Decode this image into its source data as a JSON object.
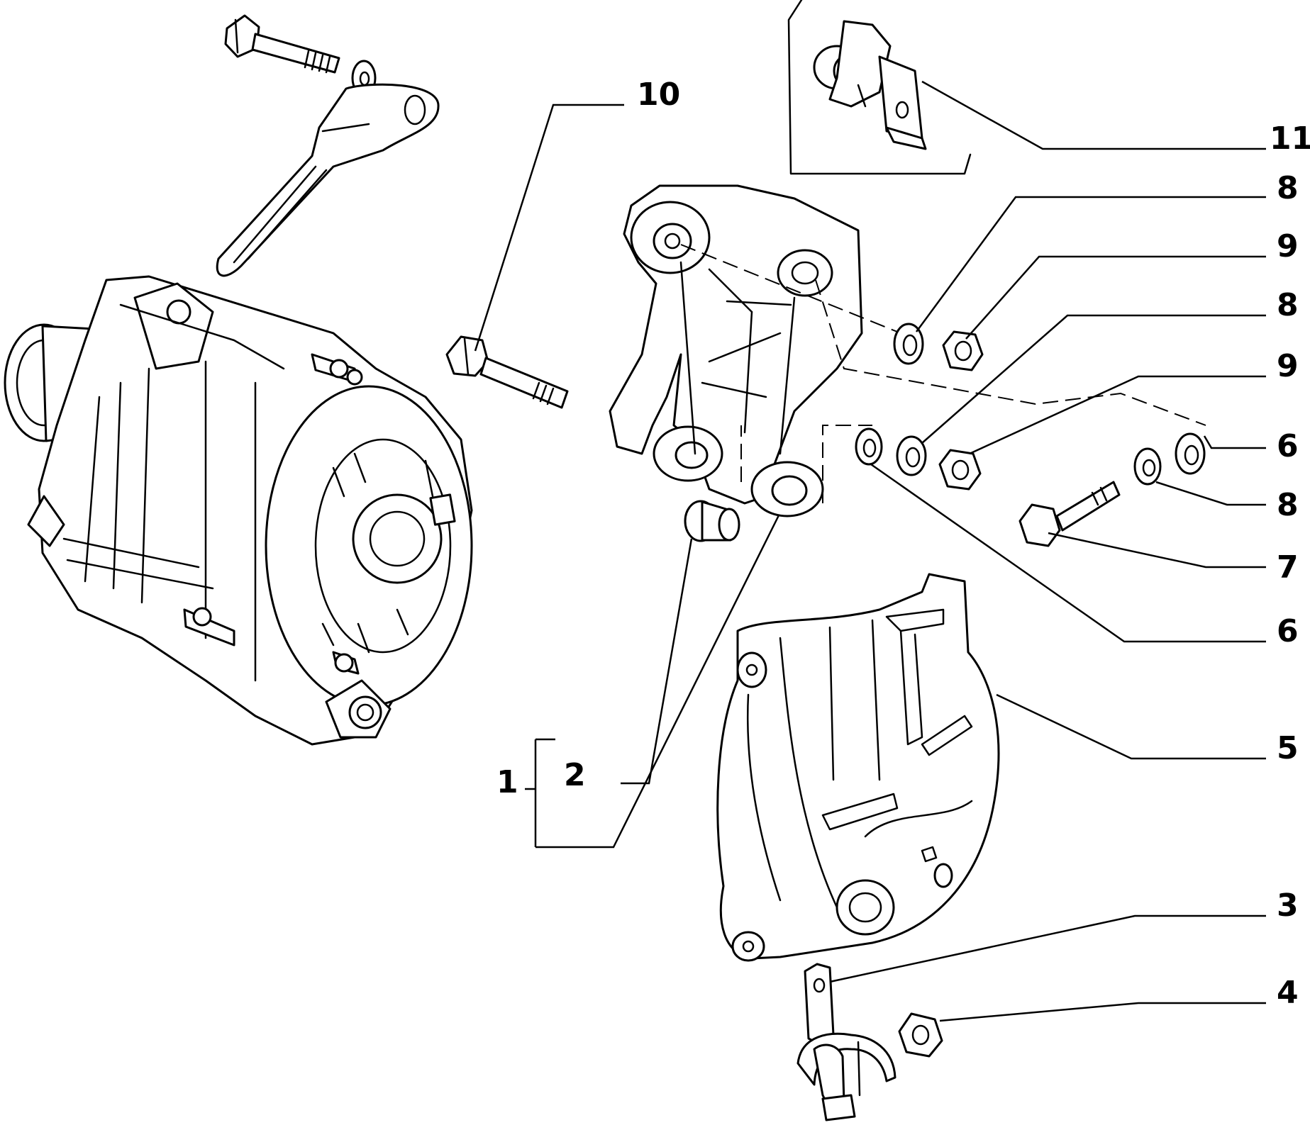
{
  "diagram": {
    "colors": {
      "ink": "#000000",
      "paper": "#ffffff"
    },
    "callouts": [
      {
        "id": "callout-10",
        "label": "10"
      },
      {
        "id": "callout-11",
        "label": "11"
      },
      {
        "id": "callout-8a",
        "label": "8"
      },
      {
        "id": "callout-9a",
        "label": "9"
      },
      {
        "id": "callout-8b",
        "label": "8"
      },
      {
        "id": "callout-9b",
        "label": "9"
      },
      {
        "id": "callout-6a",
        "label": "6"
      },
      {
        "id": "callout-8c",
        "label": "8"
      },
      {
        "id": "callout-7",
        "label": "7"
      },
      {
        "id": "callout-6b",
        "label": "6"
      },
      {
        "id": "callout-5",
        "label": "5"
      },
      {
        "id": "callout-1",
        "label": "1"
      },
      {
        "id": "callout-2",
        "label": "2"
      },
      {
        "id": "callout-3",
        "label": "3"
      },
      {
        "id": "callout-4",
        "label": "4"
      }
    ],
    "parts_depicted": [
      "alternator-icon",
      "adjusting-strap-icon",
      "bolt-icon",
      "washer-icon",
      "mounting-bracket-icon",
      "bushing-icon",
      "spring-washer-icon",
      "nut-icon",
      "clip-icon",
      "guard-cover-icon",
      "cable-clamp-icon"
    ]
  }
}
